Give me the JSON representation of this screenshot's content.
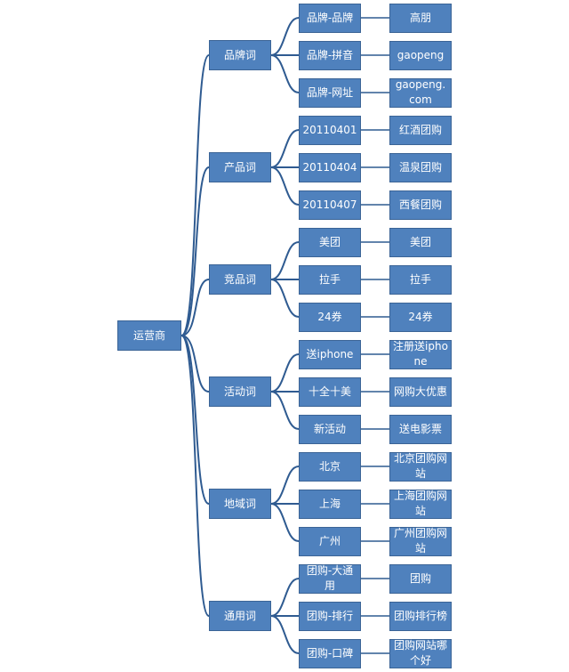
{
  "root": "运营商",
  "categories": [
    {
      "label": "品牌词",
      "children": [
        {
          "label": "品牌-品牌",
          "leaf": "高朋"
        },
        {
          "label": "品牌-拼音",
          "leaf": "gaopeng"
        },
        {
          "label": "品牌-网址",
          "leaf": "gaopeng.com"
        }
      ]
    },
    {
      "label": "产品词",
      "children": [
        {
          "label": "20110401",
          "leaf": "红酒团购"
        },
        {
          "label": "20110404",
          "leaf": "温泉团购"
        },
        {
          "label": "20110407",
          "leaf": "西餐团购"
        }
      ]
    },
    {
      "label": "竞品词",
      "children": [
        {
          "label": "美团",
          "leaf": "美团"
        },
        {
          "label": "拉手",
          "leaf": "拉手"
        },
        {
          "label": "24券",
          "leaf": "24券"
        }
      ]
    },
    {
      "label": "活动词",
      "children": [
        {
          "label": "送iphone",
          "leaf": "注册送iphone"
        },
        {
          "label": "十全十美",
          "leaf": "网购大优惠"
        },
        {
          "label": "新活动",
          "leaf": "送电影票"
        }
      ]
    },
    {
      "label": "地域词",
      "children": [
        {
          "label": "北京",
          "leaf": "北京团购网站"
        },
        {
          "label": "上海",
          "leaf": "上海团购网站"
        },
        {
          "label": "广州",
          "leaf": "广州团购网站"
        }
      ]
    },
    {
      "label": "通用词",
      "children": [
        {
          "label": "团购-大通用",
          "leaf": "团购"
        },
        {
          "label": "团购-排行",
          "leaf": "团购排行榜"
        },
        {
          "label": "团购-口碑",
          "leaf": "团购网站哪个好"
        }
      ]
    }
  ]
}
